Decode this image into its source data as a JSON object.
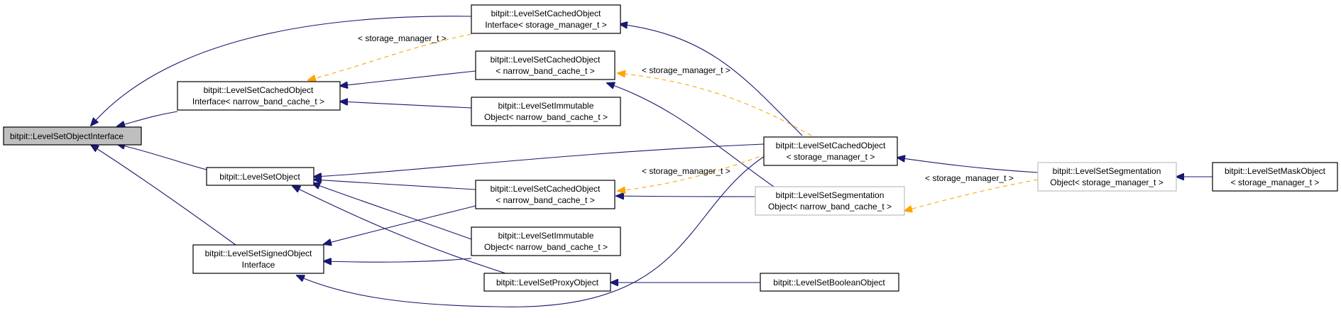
{
  "colors": {
    "inheritance_edge": "#191970",
    "template_edge": "#ffa500",
    "current_node_fill": "#bfbfbf",
    "undocumented_node_border": "#bfbfbf"
  },
  "nodes": {
    "object_interface": [
      "bitpit::LevelSetObjectInterface"
    ],
    "cached_iface_storage": [
      "bitpit::LevelSetCachedObject",
      "Interface< storage_manager_t >"
    ],
    "cached_iface_nbc": [
      "bitpit::LevelSetCachedObject",
      "Interface< narrow_band_cache_t >"
    ],
    "cached_nbc_top": [
      "bitpit::LevelSetCachedObject",
      "< narrow_band_cache_t >"
    ],
    "immutable_nbc_top": [
      "bitpit::LevelSetImmutable",
      "Object< narrow_band_cache_t >"
    ],
    "levelset_object": [
      "bitpit::LevelSetObject"
    ],
    "cached_nbc_mid": [
      "bitpit::LevelSetCachedObject",
      "< narrow_band_cache_t >"
    ],
    "signed_iface": [
      "bitpit::LevelSetSignedObject",
      "Interface"
    ],
    "immutable_nbc_mid": [
      "bitpit::LevelSetImmutable",
      "Object< narrow_band_cache_t >"
    ],
    "proxy_object": [
      "bitpit::LevelSetProxyObject"
    ],
    "cached_storage": [
      "bitpit::LevelSetCachedObject",
      "< storage_manager_t >"
    ],
    "segmentation_nbc": [
      "bitpit::LevelSetSegmentation",
      "Object< narrow_band_cache_t >"
    ],
    "boolean_object": [
      "bitpit::LevelSetBooleanObject"
    ],
    "segmentation_storage": [
      "bitpit::LevelSetSegmentation",
      "Object< storage_manager_t >"
    ],
    "mask_object": [
      "bitpit::LevelSetMaskObject",
      "< storage_manager_t >"
    ]
  },
  "edge_labels": {
    "storage_to_iface": "< storage_manager_t >",
    "storage_to_cached_top": "< storage_manager_t >",
    "storage_to_cached_mid": "< storage_manager_t >",
    "storage_to_segmentation": "< storage_manager_t >"
  }
}
